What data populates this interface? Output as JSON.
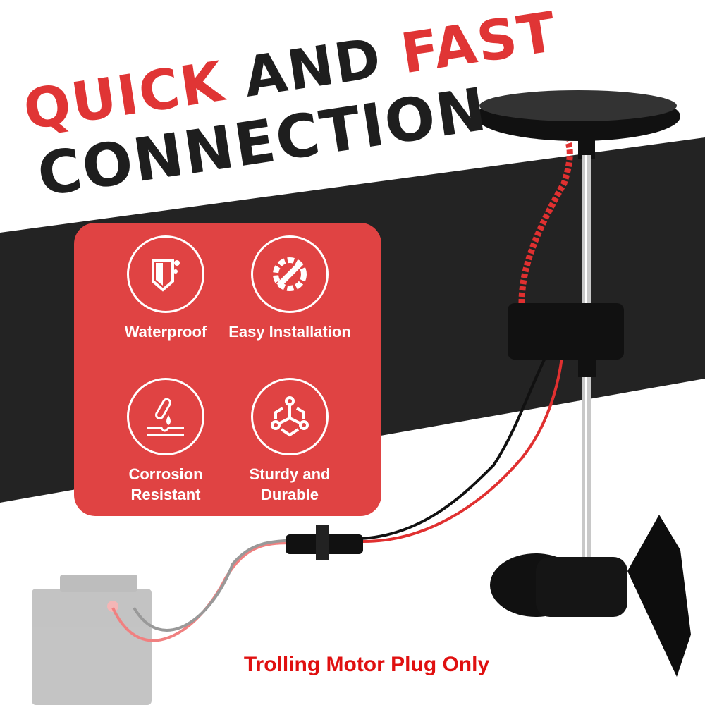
{
  "headline": {
    "word1": "QUICK",
    "word2": "AND",
    "word3": "FAST",
    "line2": "CONNECTION"
  },
  "features": [
    {
      "icon": "shield-droplet-icon",
      "label": "Waterproof"
    },
    {
      "icon": "gear-wrench-icon",
      "label": "Easy Installation"
    },
    {
      "icon": "test-tube-drop-icon",
      "label": "Corrosion Resistant"
    },
    {
      "icon": "hexagon-nodes-icon",
      "label": "Sturdy and Durable"
    }
  ],
  "footer": "Trolling Motor Plug Only",
  "colors": {
    "accent": "#e04343",
    "band": "#232323",
    "footer_text": "#e01010"
  }
}
